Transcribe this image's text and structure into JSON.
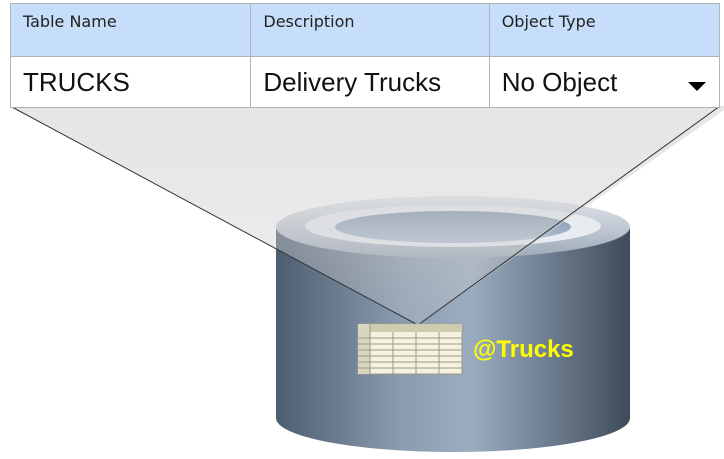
{
  "table": {
    "headers": [
      "Table Name",
      "Description",
      "Object Type"
    ],
    "row": {
      "table_name": "TRUCKS",
      "description": "Delivery Trucks",
      "object_type": "No Object"
    }
  },
  "database": {
    "label": "@Trucks",
    "label_color": "#ffff00",
    "icon": "table-grid-icon"
  },
  "colors": {
    "header_bg": "#c7defa",
    "cylinder_body": "#5f7186",
    "cylinder_top": "#b4c1cf"
  }
}
